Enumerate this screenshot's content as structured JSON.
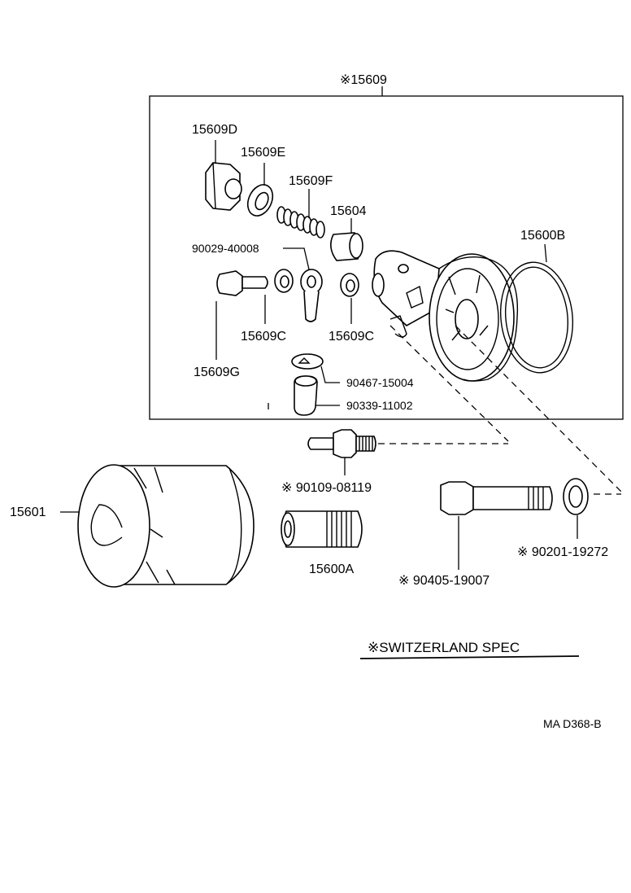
{
  "labels": {
    "assembly": "※15609",
    "p15609D": "15609D",
    "p15609E": "15609E",
    "p15609F": "15609F",
    "p15604": "15604",
    "p90029": "90029-40008",
    "p15600B": "15600B",
    "p15609C_left": "15609C",
    "p15609C_right": "15609C",
    "p15609G": "15609G",
    "p90467": "90467-15004",
    "p90339": "90339-11002",
    "p90109": "※ 90109-08119",
    "p15601": "15601",
    "p15600A": "15600A",
    "p90405": "※ 90405-19007",
    "p90201": "※ 90201-19272"
  },
  "legend": {
    "spec_note": "※SWITZERLAND SPEC"
  },
  "footer": {
    "code": "MA  D368-B"
  }
}
